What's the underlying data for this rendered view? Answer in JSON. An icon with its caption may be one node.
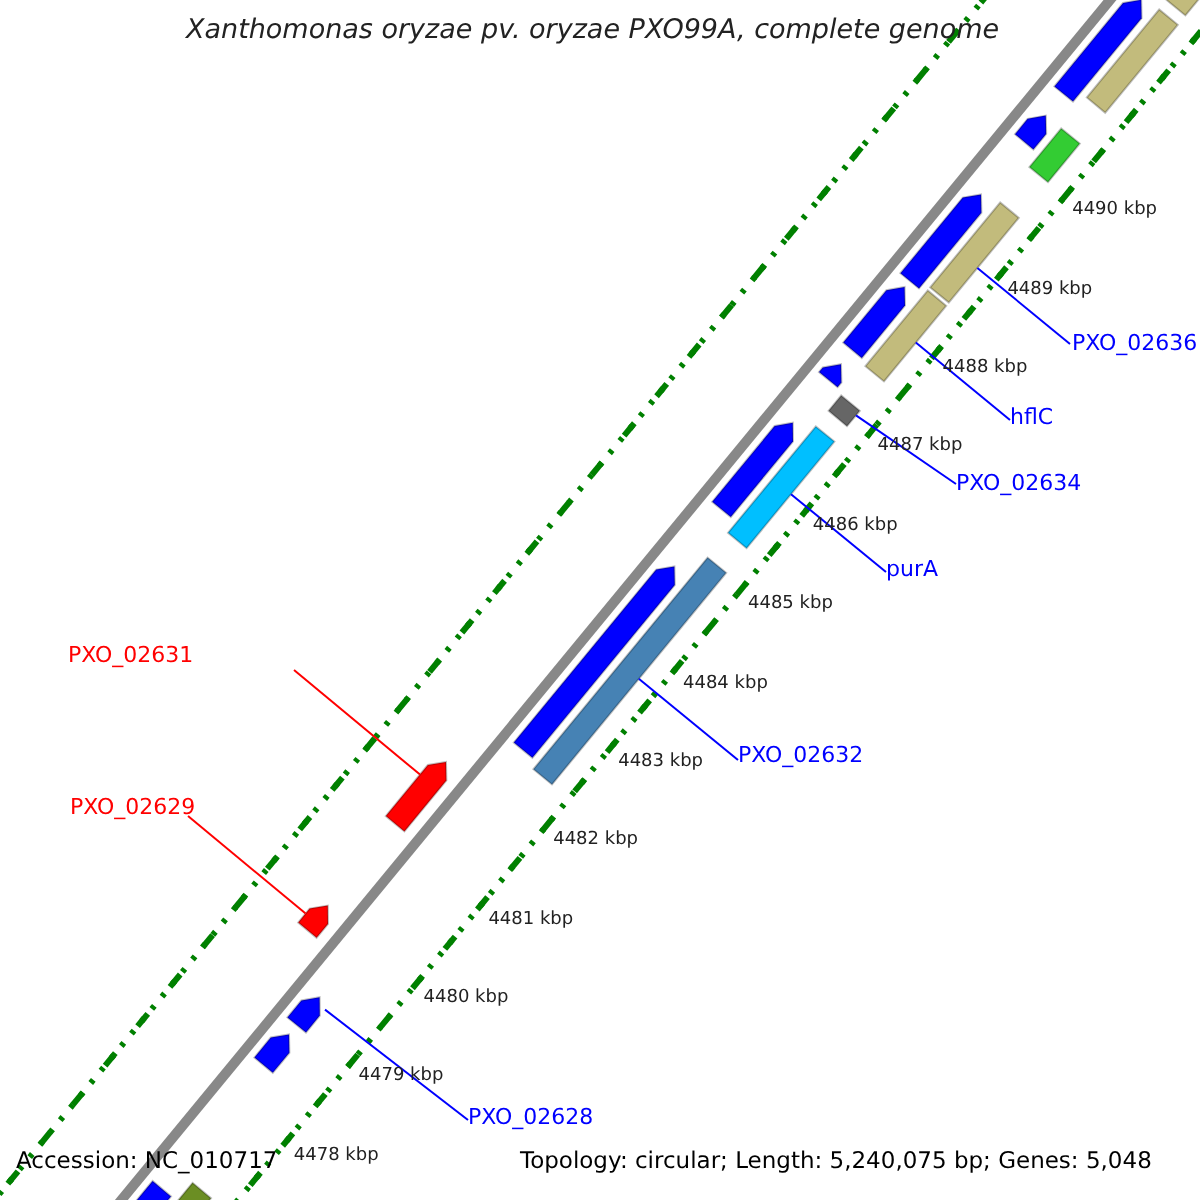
{
  "diagram": {
    "title": "Xanthomonas oryzae pv. oryzae PXO99A, complete genome",
    "nodes": [
      {
        "text": [],
        "shape": "bar"
      },
      {
        "text": [],
        "shape": "bar"
      },
      {
        "text": [],
        "shape": "bar"
      },
      {
        "text": [],
        "shape": "bar"
      },
      {
        "text": [],
        "shape": "bar"
      },
      {
        "text": [],
        "shape": "bar"
      },
      {
        "text": [],
        "shape": "bar"
      },
      {
        "text": [],
        "shape": "bar"
      },
      {
        "text": [],
        "shape": "bar"
      },
      {
        "text": [],
        "shape": "bar"
      },
      {
        "text": [],
        "shape": "bar"
      },
      {
        "text": [],
        "shape": "bar"
      },
      {
        "text": [],
        "shape": "bar"
      },
      {
        "text": [],
        "shape": "bar"
      },
      {
        "text": [],
        "shape": "bar"
      },
      {
        "text": [],
        "shape": "bar"
      },
      {
        "text": [],
        "shape": "bar"
      },
      {
        "text": [],
        "shape": "bar"
      },
      {
        "text": [],
        "shape": "bar"
      },
      {
        "text": [],
        "shape": "bar"
      },
      {
        "text": [],
        "shape": "bar"
      },
      {
        "text": [
          "PXO_02636"
        ]
      },
      {
        "text": [
          "hflC"
        ]
      },
      {
        "text": [
          "PXO_02634"
        ]
      },
      {
        "text": [
          "purA"
        ]
      },
      {
        "text": [
          "PXO_02631"
        ]
      },
      {
        "text": [
          "PXO_02632"
        ]
      },
      {
        "text": [
          "PXO_02629"
        ]
      },
      {
        "text": [
          "PXO_02628"
        ]
      }
    ],
    "edges": [
      {
        "from": 21,
        "to": 6,
        "arrow": "none"
      },
      {
        "from": 22,
        "to": 8,
        "arrow": "none"
      },
      {
        "from": 23,
        "to": 10,
        "arrow": "none"
      },
      {
        "from": 24,
        "to": 12,
        "arrow": "none"
      },
      {
        "from": 25,
        "to": 15,
        "arrow": "none",
        "color": "#ff0000"
      },
      {
        "from": 26,
        "to": 14,
        "arrow": "none"
      },
      {
        "from": 27,
        "to": 16,
        "arrow": "none",
        "color": "#ff0000"
      },
      {
        "from": 28,
        "to": 17,
        "arrow": "none"
      }
    ],
    "labels": [
      "4490 kbp",
      "4489 kbp",
      "4488 kbp",
      "4487 kbp",
      "4486 kbp",
      "4485 kbp",
      "4484 kbp",
      "4483 kbp",
      "4482 kbp",
      "4481 kbp",
      "4480 kbp",
      "4479 kbp",
      "4478 kbp",
      "Accession: NC_010717",
      "Topology: circular; Length: 5,240,075 bp; Genes: 5,048"
    ]
  }
}
